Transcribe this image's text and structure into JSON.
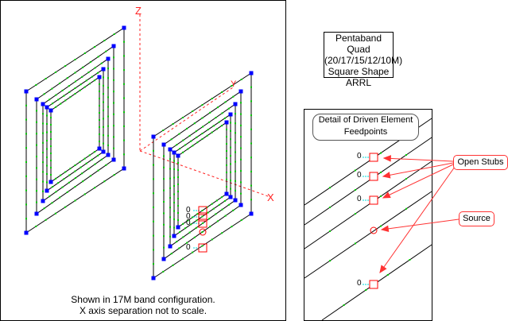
{
  "title": {
    "lines": [
      "Pentaband Quad",
      "(20/17/15/12/10M)",
      "Square Shape",
      "ARRL"
    ]
  },
  "caption": {
    "lines": [
      "Shown in 17M band configuration.",
      "X axis separation not to scale."
    ]
  },
  "axes": {
    "z": "Z",
    "y": "Y",
    "x": "X"
  },
  "detail": {
    "label_lines": [
      "Detail of Driven Element",
      "Feedpoints"
    ],
    "stub_value": "0"
  },
  "callouts": {
    "stubs": "Open Stubs",
    "source": "Source"
  },
  "colors": {
    "wire": "#000000",
    "segment": "#00cc00",
    "node": "#0000ff",
    "accent": "#ff0000",
    "stub": "#00dddd"
  }
}
